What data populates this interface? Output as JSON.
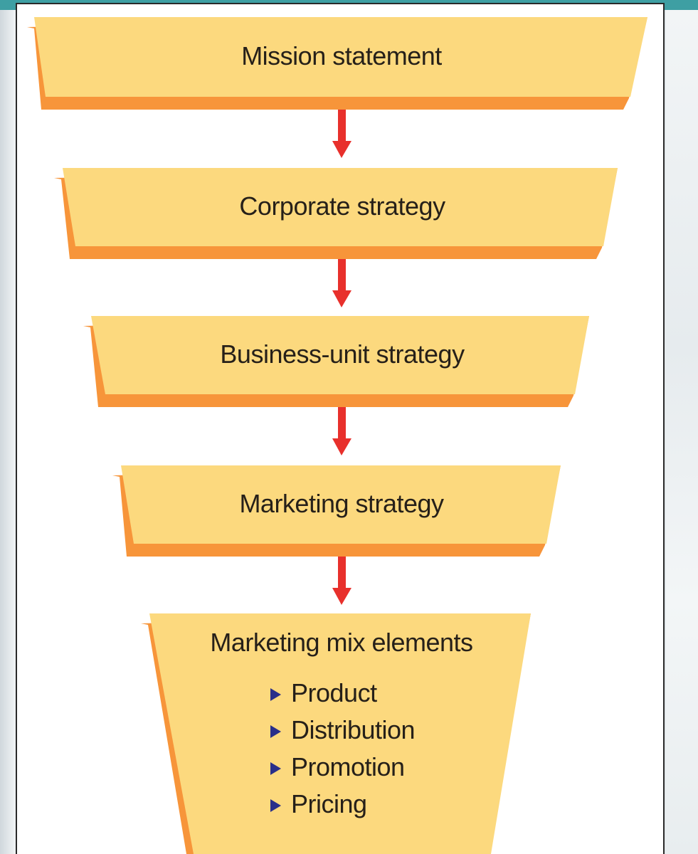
{
  "diagram": {
    "stages": [
      "Mission statement",
      "Corporate strategy",
      "Business-unit strategy",
      "Marketing strategy"
    ],
    "mix": {
      "title": "Marketing mix elements",
      "items": [
        "Product",
        "Distribution",
        "Promotion",
        "Pricing"
      ]
    },
    "colors": {
      "box_fill": "#fcd97e",
      "box_shadow": "#f7953a",
      "arrow": "#e8302c",
      "bullet": "#2a2f8a"
    }
  }
}
